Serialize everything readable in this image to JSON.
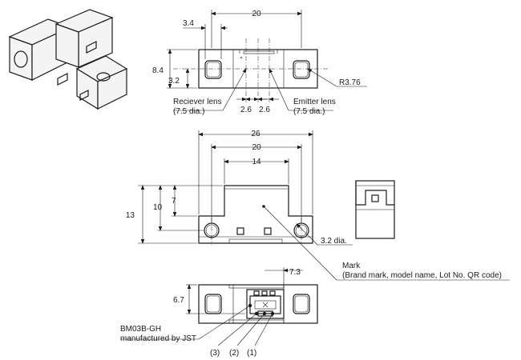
{
  "top_view": {
    "dim_overall": "20",
    "dim_lens_width": "3.4",
    "dim_height": "8.4",
    "dim_lens_offset": "3.2",
    "dim_left_pitch": "2.6",
    "dim_right_pitch": "2.6",
    "dim_radius": "R3.76",
    "receiver_label": "Reciever lens",
    "receiver_dia": "(7.5 dia.)",
    "emitter_label": "Emitter lens",
    "emitter_dia": "(7.5 dia.)"
  },
  "front_view": {
    "dim_outer": "26",
    "dim_hole_pitch": "20",
    "dim_body": "14",
    "dim_total_height": "13",
    "dim_hole_height": "10",
    "dim_step": "7",
    "dim_hole_dia": "3.2 dia.",
    "mark_label": "Mark",
    "mark_desc": "(Brand mark, model name, Lot No. QR code)"
  },
  "bottom_view": {
    "dim_connector_offset": "7.3",
    "dim_connector_height": "6.7",
    "connector_part": "BM03B-GH",
    "connector_maker": "manufactured by JST",
    "pin3": "(3)",
    "pin2": "(2)",
    "pin1": "(1)"
  }
}
